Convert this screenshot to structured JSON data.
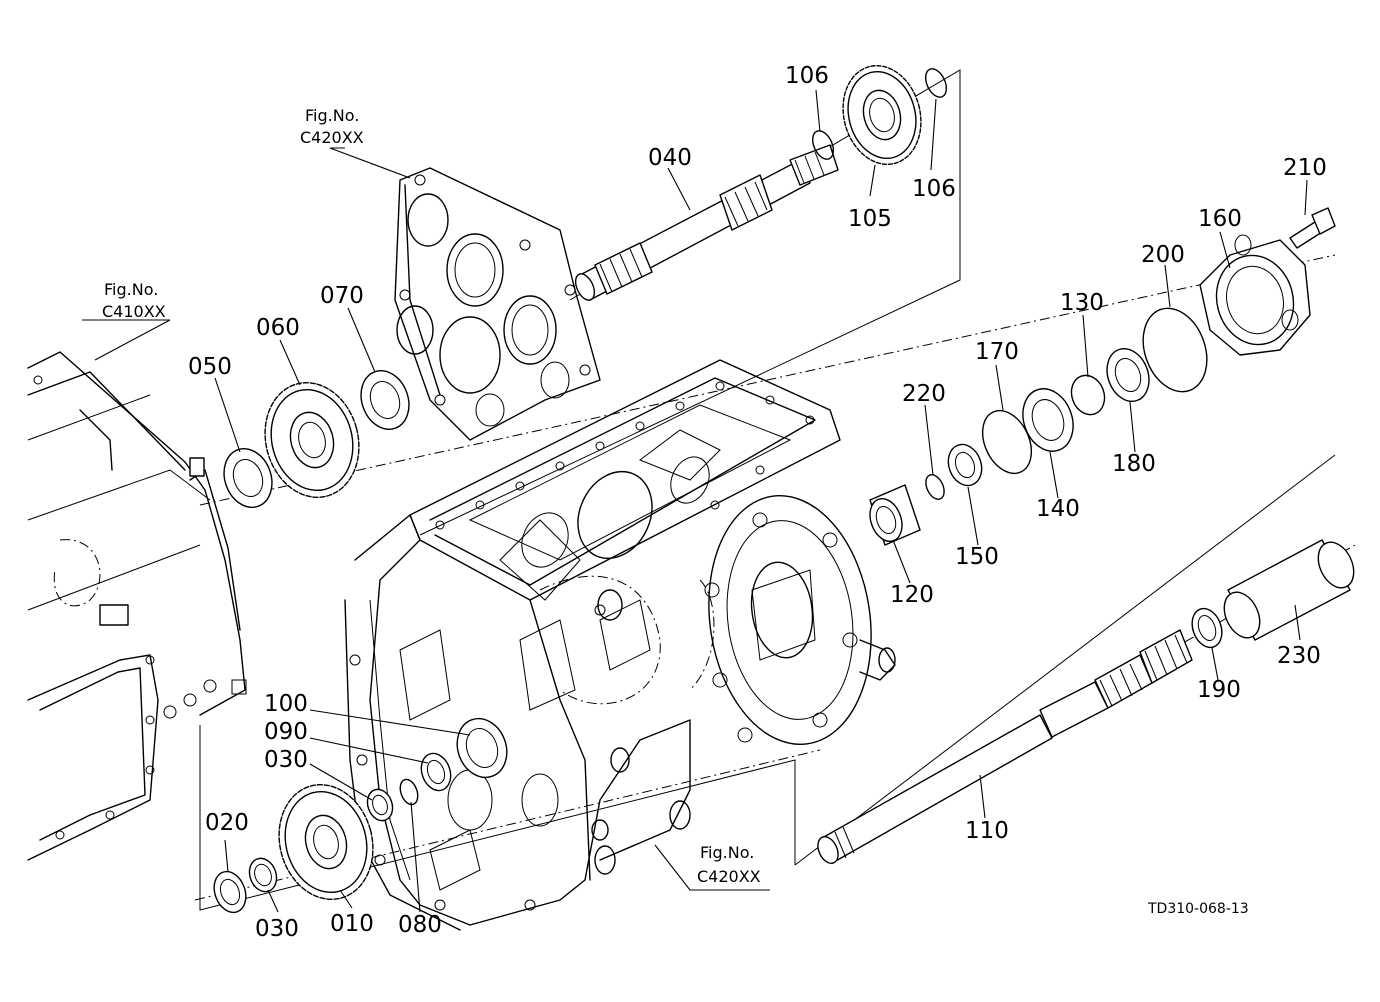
{
  "diagram": {
    "figure_code": "TD310-068-13",
    "references": [
      {
        "line1": "Fig.No.",
        "line2": "C420XX"
      },
      {
        "line1": "Fig.No.",
        "line2": "C410XX"
      },
      {
        "line1": "Fig.No.",
        "line2": "C420XX"
      }
    ],
    "parts": [
      "106",
      "106",
      "105",
      "040",
      "210",
      "160",
      "200",
      "130",
      "170",
      "070",
      "060",
      "050",
      "220",
      "180",
      "140",
      "150",
      "120",
      "230",
      "190",
      "100",
      "090",
      "030",
      "020",
      "030",
      "010",
      "080",
      "110"
    ]
  }
}
